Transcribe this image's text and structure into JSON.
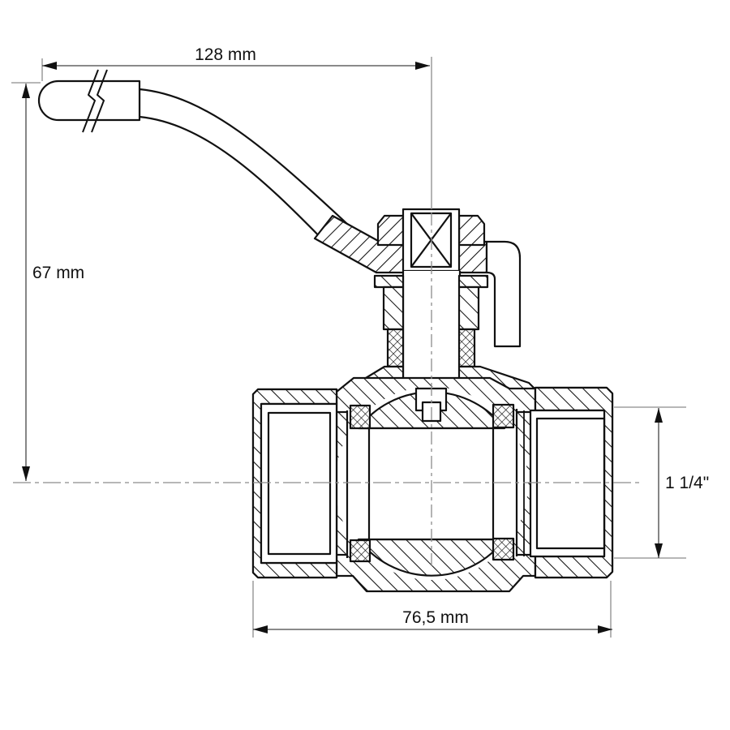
{
  "drawing": {
    "dimensions": {
      "handle_length": "128 mm",
      "overall_height": "67 mm",
      "port_size": "1 1/4\"",
      "body_width": "76,5 mm"
    },
    "colors": {
      "line": "#111111",
      "centerline": "#8c8c8c",
      "background": "#ffffff"
    }
  }
}
